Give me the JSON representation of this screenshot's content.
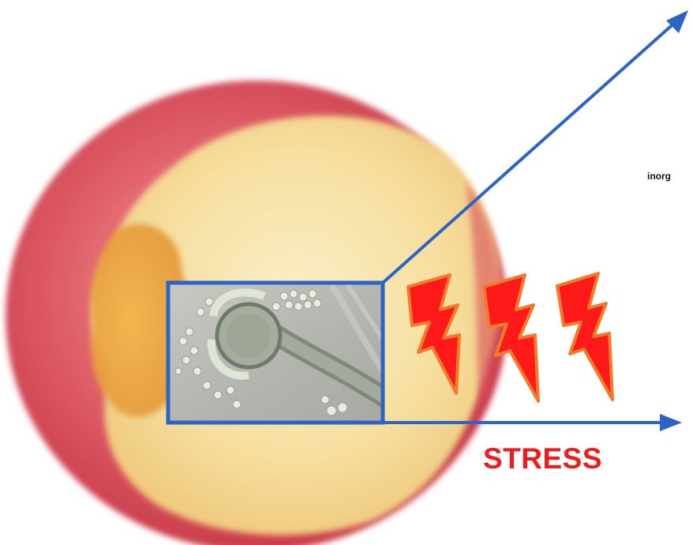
{
  "labels": {
    "stress": "STRESS",
    "side": "inorg"
  },
  "colors": {
    "arrow": "#2b63c7",
    "bolt_fill": "#ff1a1a",
    "bolt_outline": "#f07b2a",
    "stress_text": "#ee1c1c",
    "apple_red": "#d93b4a",
    "apple_flesh": "#f3d79a",
    "microscope_bg": "#b9b9b5"
  },
  "icons": [
    "apple-image",
    "microscope-inset-image",
    "lightning-bolt-icon",
    "arrow-icon"
  ]
}
